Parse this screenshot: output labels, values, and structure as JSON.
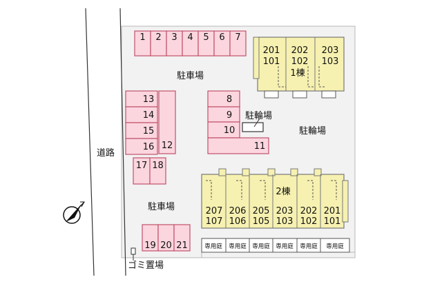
{
  "map": {
    "road_label": "道路",
    "garbage_label": "ゴミ置場",
    "parking_label": "駐車場",
    "bike_parking_label": "駐輪場",
    "building1": {
      "label": "1棟",
      "upper_units": [
        "201",
        "202",
        "203"
      ],
      "lower_units": [
        "101",
        "102",
        "103"
      ]
    },
    "building2": {
      "label": "2棟",
      "upper_units": [
        "207",
        "206",
        "205",
        "203",
        "202",
        "201"
      ],
      "lower_units": [
        "107",
        "106",
        "105",
        "103",
        "102",
        "101"
      ],
      "private_garden_label": "専用庭"
    },
    "parking_spaces": {
      "top_row": [
        "1",
        "2",
        "3",
        "4",
        "5",
        "6",
        "7"
      ],
      "left_column": [
        "13",
        "14",
        "15",
        "16"
      ],
      "left_long": "12",
      "pair": [
        "17",
        "18"
      ],
      "center_column": [
        "8",
        "9",
        "10"
      ],
      "center_long": "11",
      "bottom_row": [
        "19",
        "20",
        "21"
      ]
    },
    "colors": {
      "parking_fill": "#fbd6df",
      "parking_stroke": "#c0506a",
      "building_fill": "#f6f1b0",
      "site_fill": "#f2f2f2"
    }
  }
}
